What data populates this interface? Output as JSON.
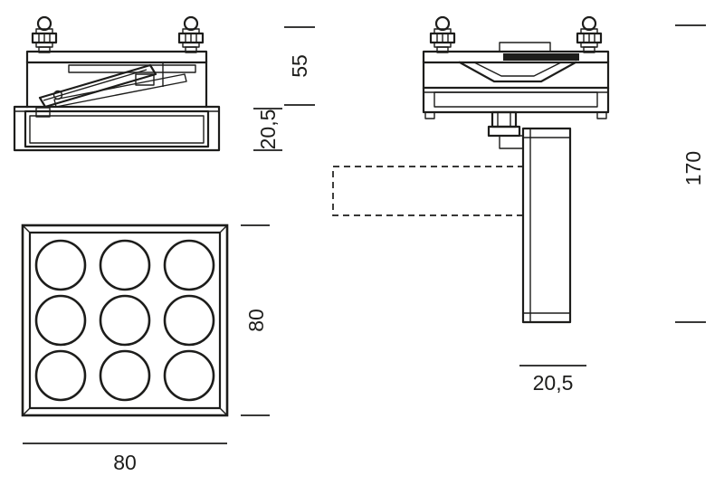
{
  "colors": {
    "ink": "#1d1d1b",
    "background": "#ffffff"
  },
  "diagram": {
    "side_view": {
      "height_label": "55",
      "recess_label": "20,5"
    },
    "front_view": {
      "height_label": "80",
      "width_label": "80"
    },
    "profile_view": {
      "total_height_label": "170",
      "head_width_label": "20,5"
    }
  }
}
